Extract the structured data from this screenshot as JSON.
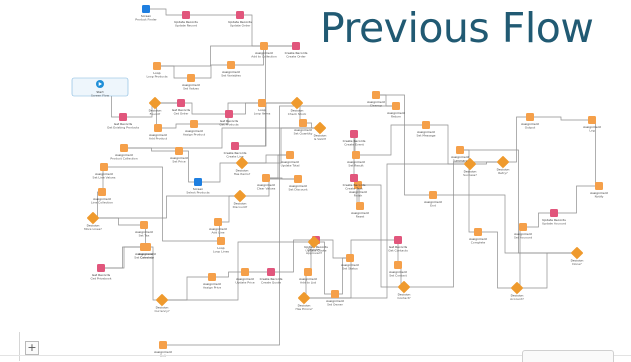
{
  "title": "Previous Flow",
  "colors": {
    "title": "#215a73",
    "assignment": "#f5a04a",
    "decision": "#ef9a2d",
    "record": "#e1567c",
    "screen": "#1f7fe0",
    "start": "#1f8fd8",
    "connector": "#8e8e8e"
  },
  "toolbar": {
    "add_label": "+"
  },
  "diagram": {
    "nodes": [
      {
        "id": "n1",
        "type": "screen",
        "title": "Screen",
        "label": "Product Finder"
      },
      {
        "id": "n2",
        "type": "record",
        "title": "Update Records",
        "label": "Update Record"
      },
      {
        "id": "n3",
        "type": "record",
        "title": "Update Records",
        "label": "Update Order"
      },
      {
        "id": "n4",
        "type": "assignment",
        "title": "Assignment",
        "label": "Add to Collection"
      },
      {
        "id": "n5",
        "type": "assignment",
        "title": "Loop",
        "label": "Loop Products"
      },
      {
        "id": "n6",
        "type": "assignment",
        "title": "Assignment",
        "label": "Set Values"
      },
      {
        "id": "n7",
        "type": "assignment",
        "title": "Assignment",
        "label": "Set Variables"
      },
      {
        "id": "n8",
        "type": "record",
        "title": "Create Records",
        "label": "Create Order"
      },
      {
        "id": "n9",
        "type": "start",
        "title": "Start",
        "label": "Screen Flow"
      },
      {
        "id": "n10",
        "type": "record",
        "title": "Get Records",
        "label": "Get Existing Products"
      },
      {
        "id": "n11",
        "type": "record",
        "title": "Get Records",
        "label": "Get Order"
      },
      {
        "id": "n12",
        "type": "decision",
        "title": "Decision",
        "label": "Found?"
      },
      {
        "id": "n13",
        "type": "assignment",
        "title": "Assignment",
        "label": "Add Product"
      },
      {
        "id": "n14",
        "type": "assignment",
        "title": "Assignment",
        "label": "Assign Product"
      },
      {
        "id": "n15",
        "type": "record",
        "title": "Get Records",
        "label": "Get Products"
      },
      {
        "id": "n16",
        "type": "assignment",
        "title": "Loop",
        "label": "Loop Items"
      },
      {
        "id": "n17",
        "type": "decision",
        "title": "Decision",
        "label": "Check Stock"
      },
      {
        "id": "n18",
        "type": "assignment",
        "title": "Assignment",
        "label": "Set Quantity"
      },
      {
        "id": "n19",
        "type": "decision",
        "title": "Decision",
        "label": "Is Valid?"
      },
      {
        "id": "n20",
        "type": "assignment",
        "title": "Assignment",
        "label": "Product Collection"
      },
      {
        "id": "n21",
        "type": "assignment",
        "title": "Assignment",
        "label": "Set Price"
      },
      {
        "id": "n22",
        "type": "record",
        "title": "Create Records",
        "label": "Create Line"
      },
      {
        "id": "n23",
        "type": "screen",
        "title": "Screen",
        "label": "Select Products"
      },
      {
        "id": "n24",
        "type": "decision",
        "title": "Decision",
        "label": "Has Items?"
      },
      {
        "id": "n25",
        "type": "assignment",
        "title": "Assignment",
        "label": "Update Total"
      },
      {
        "id": "n26",
        "type": "assignment",
        "title": "Assignment",
        "label": "Clear Values"
      },
      {
        "id": "n27",
        "type": "assignment",
        "title": "Assignment",
        "label": "Set Discount"
      },
      {
        "id": "n28",
        "type": "decision",
        "title": "Decision",
        "label": "Discount?"
      },
      {
        "id": "n29",
        "type": "assignment",
        "title": "Assignment",
        "label": "Add Line"
      },
      {
        "id": "n30",
        "type": "assignment",
        "title": "Loop",
        "label": "Loop Lines"
      },
      {
        "id": "n31",
        "type": "assignment",
        "title": "Assignment",
        "label": "Set Line Values"
      },
      {
        "id": "n32",
        "type": "assignment",
        "title": "Assignment",
        "label": "Line Collection"
      },
      {
        "id": "n33",
        "type": "decision",
        "title": "Decision",
        "label": "More Lines?"
      },
      {
        "id": "n34",
        "type": "assignment",
        "title": "Assignment",
        "label": "Set Tax"
      },
      {
        "id": "n35",
        "type": "assignment",
        "title": "Assignment",
        "label": "Calculate"
      },
      {
        "id": "n36",
        "type": "record",
        "title": "Get Records",
        "label": "Get Pricebook"
      },
      {
        "id": "n37",
        "type": "assignment",
        "title": "Assignment",
        "label": "Set Currency"
      },
      {
        "id": "n38",
        "type": "decision",
        "title": "Decision",
        "label": "Currency?"
      },
      {
        "id": "n39",
        "type": "assignment",
        "title": "Assignment",
        "label": "Assign Price"
      },
      {
        "id": "n40",
        "type": "assignment",
        "title": "Assignment",
        "label": "Update Price"
      },
      {
        "id": "n41",
        "type": "record",
        "title": "Create Records",
        "label": "Create Quote"
      },
      {
        "id": "n42",
        "type": "record",
        "title": "Update Records",
        "label": "Update Quote"
      },
      {
        "id": "n43",
        "type": "assignment",
        "title": "Assignment",
        "label": "Set Status"
      },
      {
        "id": "n44",
        "type": "assignment",
        "title": "Assignment",
        "label": "Set Owner"
      },
      {
        "id": "n45",
        "type": "decision",
        "title": "Decision",
        "label": "Approved?"
      },
      {
        "id": "n46",
        "type": "assignment",
        "title": "Assignment",
        "label": "Add to List"
      },
      {
        "id": "n47",
        "type": "decision",
        "title": "Decision",
        "label": "Has Errors?"
      },
      {
        "id": "n48",
        "type": "record",
        "title": "Get Records",
        "label": "Get Contacts"
      },
      {
        "id": "n49",
        "type": "assignment",
        "title": "Assignment",
        "label": "Set Contact"
      },
      {
        "id": "n50",
        "type": "decision",
        "title": "Decision",
        "label": "Contact?"
      },
      {
        "id": "n51",
        "type": "assignment",
        "title": "Assignment",
        "label": "Finish"
      },
      {
        "id": "n52",
        "type": "assignment",
        "title": "Assignment",
        "label": "Reset"
      },
      {
        "id": "n53",
        "type": "record",
        "title": "Create Records",
        "label": "Create Task"
      },
      {
        "id": "n54",
        "type": "record",
        "title": "Create Records",
        "label": "Create Event"
      },
      {
        "id": "n55",
        "type": "assignment",
        "title": "Assignment",
        "label": "Set Result"
      },
      {
        "id": "n56",
        "type": "assignment",
        "title": "Assignment",
        "label": "Set Message"
      },
      {
        "id": "n57",
        "type": "decision",
        "title": "Decision",
        "label": "Success?"
      },
      {
        "id": "n58",
        "type": "decision",
        "title": "Decision",
        "label": "Retry?"
      },
      {
        "id": "n59",
        "type": "assignment",
        "title": "Assignment",
        "label": "Output"
      },
      {
        "id": "n60",
        "type": "assignment",
        "title": "Assignment",
        "label": "Log"
      },
      {
        "id": "n61",
        "type": "assignment",
        "title": "Assignment",
        "label": "Notify"
      },
      {
        "id": "n62",
        "type": "record",
        "title": "Update Records",
        "label": "Update Account"
      },
      {
        "id": "n63",
        "type": "assignment",
        "title": "Assignment",
        "label": "Set Account"
      },
      {
        "id": "n64",
        "type": "decision",
        "title": "Decision",
        "label": "Account?"
      },
      {
        "id": "n65",
        "type": "assignment",
        "title": "Assignment",
        "label": "Complete"
      },
      {
        "id": "n66",
        "type": "assignment",
        "title": "Assignment",
        "label": "Summary"
      },
      {
        "id": "n67",
        "type": "decision",
        "title": "Decision",
        "label": "Done?"
      },
      {
        "id": "n68",
        "type": "assignment",
        "title": "Assignment",
        "label": "End"
      },
      {
        "id": "n69",
        "type": "assignment",
        "title": "Assignment",
        "label": "Cleanup"
      },
      {
        "id": "n70",
        "type": "assignment",
        "title": "Assignment",
        "label": "Return"
      },
      {
        "id": "n71",
        "type": "assignment",
        "title": "Assignment",
        "label": "Exit"
      }
    ],
    "edges": [
      [
        "n9",
        "n10"
      ],
      [
        "n10",
        "n11"
      ],
      [
        "n11",
        "n12"
      ],
      [
        "n12",
        "n13"
      ],
      [
        "n13",
        "n14"
      ],
      [
        "n14",
        "n16"
      ],
      [
        "n1",
        "n2"
      ],
      [
        "n2",
        "n3"
      ],
      [
        "n3",
        "n4"
      ],
      [
        "n4",
        "n5"
      ],
      [
        "n5",
        "n6"
      ],
      [
        "n6",
        "n7"
      ],
      [
        "n7",
        "n8"
      ],
      [
        "n8",
        "n22"
      ],
      [
        "n15",
        "n16"
      ],
      [
        "n16",
        "n17"
      ],
      [
        "n17",
        "n18"
      ],
      [
        "n18",
        "n19"
      ],
      [
        "n19",
        "n20"
      ],
      [
        "n20",
        "n21"
      ],
      [
        "n21",
        "n23"
      ],
      [
        "n23",
        "n24"
      ],
      [
        "n24",
        "n25"
      ],
      [
        "n25",
        "n26"
      ],
      [
        "n26",
        "n27"
      ],
      [
        "n27",
        "n28"
      ],
      [
        "n28",
        "n29"
      ],
      [
        "n29",
        "n30"
      ],
      [
        "n30",
        "n31"
      ],
      [
        "n31",
        "n32"
      ],
      [
        "n32",
        "n33"
      ],
      [
        "n33",
        "n34"
      ],
      [
        "n34",
        "n35"
      ],
      [
        "n35",
        "n36"
      ],
      [
        "n36",
        "n37"
      ],
      [
        "n37",
        "n38"
      ],
      [
        "n38",
        "n39"
      ],
      [
        "n39",
        "n40"
      ],
      [
        "n40",
        "n41"
      ],
      [
        "n41",
        "n42"
      ],
      [
        "n42",
        "n43"
      ],
      [
        "n43",
        "n44"
      ],
      [
        "n44",
        "n45"
      ],
      [
        "n45",
        "n46"
      ],
      [
        "n46",
        "n47"
      ],
      [
        "n47",
        "n48"
      ],
      [
        "n48",
        "n49"
      ],
      [
        "n49",
        "n50"
      ],
      [
        "n50",
        "n51"
      ],
      [
        "n51",
        "n52"
      ],
      [
        "n52",
        "n53"
      ],
      [
        "n53",
        "n54"
      ],
      [
        "n54",
        "n55"
      ],
      [
        "n55",
        "n56"
      ],
      [
        "n56",
        "n57"
      ],
      [
        "n57",
        "n58"
      ],
      [
        "n58",
        "n59"
      ],
      [
        "n59",
        "n60"
      ],
      [
        "n60",
        "n61"
      ],
      [
        "n61",
        "n62"
      ],
      [
        "n62",
        "n63"
      ],
      [
        "n63",
        "n64"
      ],
      [
        "n64",
        "n65"
      ],
      [
        "n65",
        "n66"
      ],
      [
        "n66",
        "n67"
      ],
      [
        "n67",
        "n68"
      ],
      [
        "n68",
        "n69"
      ],
      [
        "n69",
        "n70"
      ],
      [
        "n70",
        "n71"
      ],
      [
        "n12",
        "n15"
      ],
      [
        "n17",
        "n22"
      ],
      [
        "n19",
        "n24"
      ],
      [
        "n28",
        "n33"
      ],
      [
        "n38",
        "n45"
      ],
      [
        "n47",
        "n57"
      ],
      [
        "n50",
        "n58"
      ],
      [
        "n64",
        "n67"
      ]
    ]
  }
}
